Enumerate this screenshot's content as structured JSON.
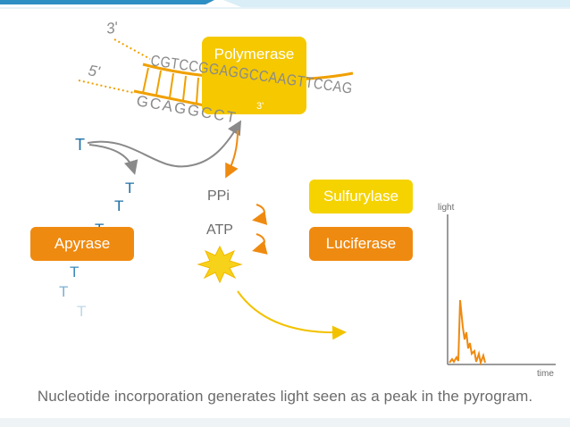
{
  "strand": {
    "top_end_label": "3'",
    "bottom_end_label": "5'",
    "top_sequence": "CGTCCGGAGGCCAAGTTCCAG",
    "bottom_sequence": "GCAGGCCT",
    "primer_end_label": "3'"
  },
  "enzymes": {
    "polymerase": "Polymerase",
    "apyrase": "Apyrase",
    "sulfurylase": "Sulfurylase",
    "luciferase": "Luciferase"
  },
  "molecules": {
    "ppi": "PPi",
    "atp": "ATP",
    "nucleotide": "T"
  },
  "pyrogram": {
    "ylabel": "light",
    "xlabel": "time"
  },
  "caption": "Nucleotide incorporation generates light seen as a peak in the pyrogram.",
  "colors": {
    "orange": "#ef8a10",
    "yellow": "#f5c800",
    "blue": "#1d6fa5",
    "gray": "#8a8a8a",
    "text_gray": "#6b6b6b"
  }
}
